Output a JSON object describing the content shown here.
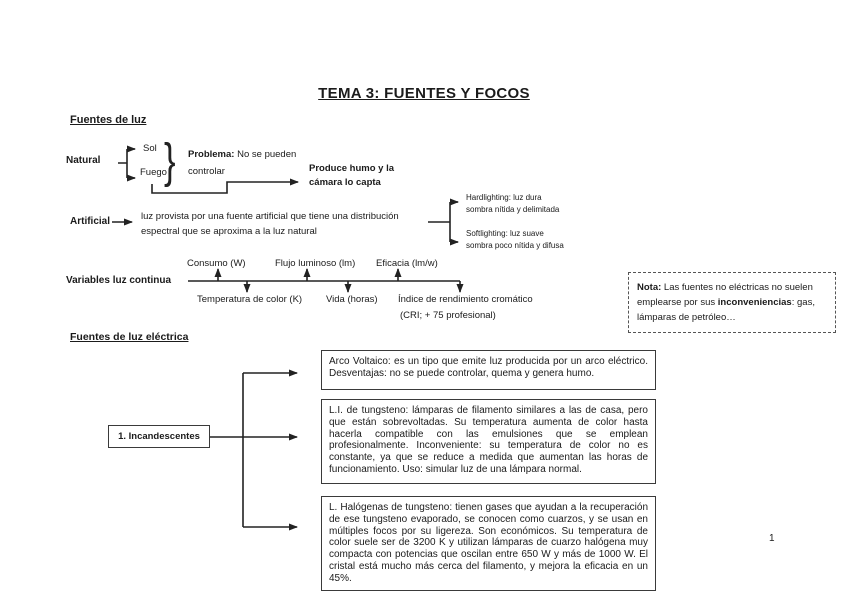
{
  "page": {
    "title": "TEMA 3: FUENTES Y FOCOS",
    "page_number": "1"
  },
  "colors": {
    "ink": "#1b1b1b",
    "background": "#ffffff"
  },
  "fuentes_luz": {
    "heading": "Fuentes de luz",
    "natural": {
      "label": "Natural",
      "sol": "Sol",
      "fuego": "Fuego",
      "brace": "}",
      "problema_label": "Problema:",
      "problema_text": " No se pueden controlar",
      "produce_text": "Produce humo y la cámara lo capta"
    },
    "artificial": {
      "label": "Artificial",
      "description": "luz provista por una fuente artificial que tiene una distribución espectral que se aproxima a la luz natural",
      "hardlighting_line1": "Hardlighting: luz dura",
      "hardlighting_line2": "sombra nítida y delimitada",
      "softlighting_line1": "Softlighting: luz suave",
      "softlighting_line2": "sombra poco nítida y difusa"
    }
  },
  "variables": {
    "label": "Variables luz continua",
    "top": [
      "Consumo (W)",
      "Flujo luminoso (lm)",
      "Eficacia (lm/w)"
    ],
    "bottom": [
      "Temperatura de color (K)",
      "Vida (horas)",
      "Índice de rendimiento cromático"
    ],
    "bottom_note": "(CRI; + 75 profesional)"
  },
  "nota": {
    "label": "Nota:",
    "text_1": " Las fuentes no eléctricas no suelen emplearse por sus ",
    "bold_2": "inconveniencias",
    "text_3": ": gas, lámparas de petróleo…"
  },
  "fuentes_electrica": {
    "heading": "Fuentes de luz eléctrica",
    "incandescentes_label": "1. Incandescentes",
    "boxes": [
      {
        "text": "Arco Voltaico: es un tipo que emite luz producida por un arco eléctrico. Desventajas: no se puede controlar, quema y genera humo."
      },
      {
        "text": "L.I. de tungsteno: lámparas de filamento similares a las de casa, pero que están sobrevoltadas. Su temperatura aumenta de color hasta hacerla compatible con las emulsiones que se emplean profesionalmente. Inconveniente: su temperatura de color no es constante, ya que se reduce a medida que aumentan las horas de funcionamiento. Uso: simular luz de una lámpara normal."
      },
      {
        "text": "L. Halógenas de tungsteno: tienen gases que ayudan a la recuperación de ese tungsteno evaporado, se conocen como cuarzos, y se usan en múltiples focos por su ligereza. Son económicos. Su temperatura de color suele ser de 3200 K y utilizan lámparas de cuarzo halógena muy compacta con potencias que oscilan entre 650 W y más de 1000 W. El cristal está mucho más cerca del filamento, y mejora la eficacia en un 45%."
      }
    ]
  }
}
